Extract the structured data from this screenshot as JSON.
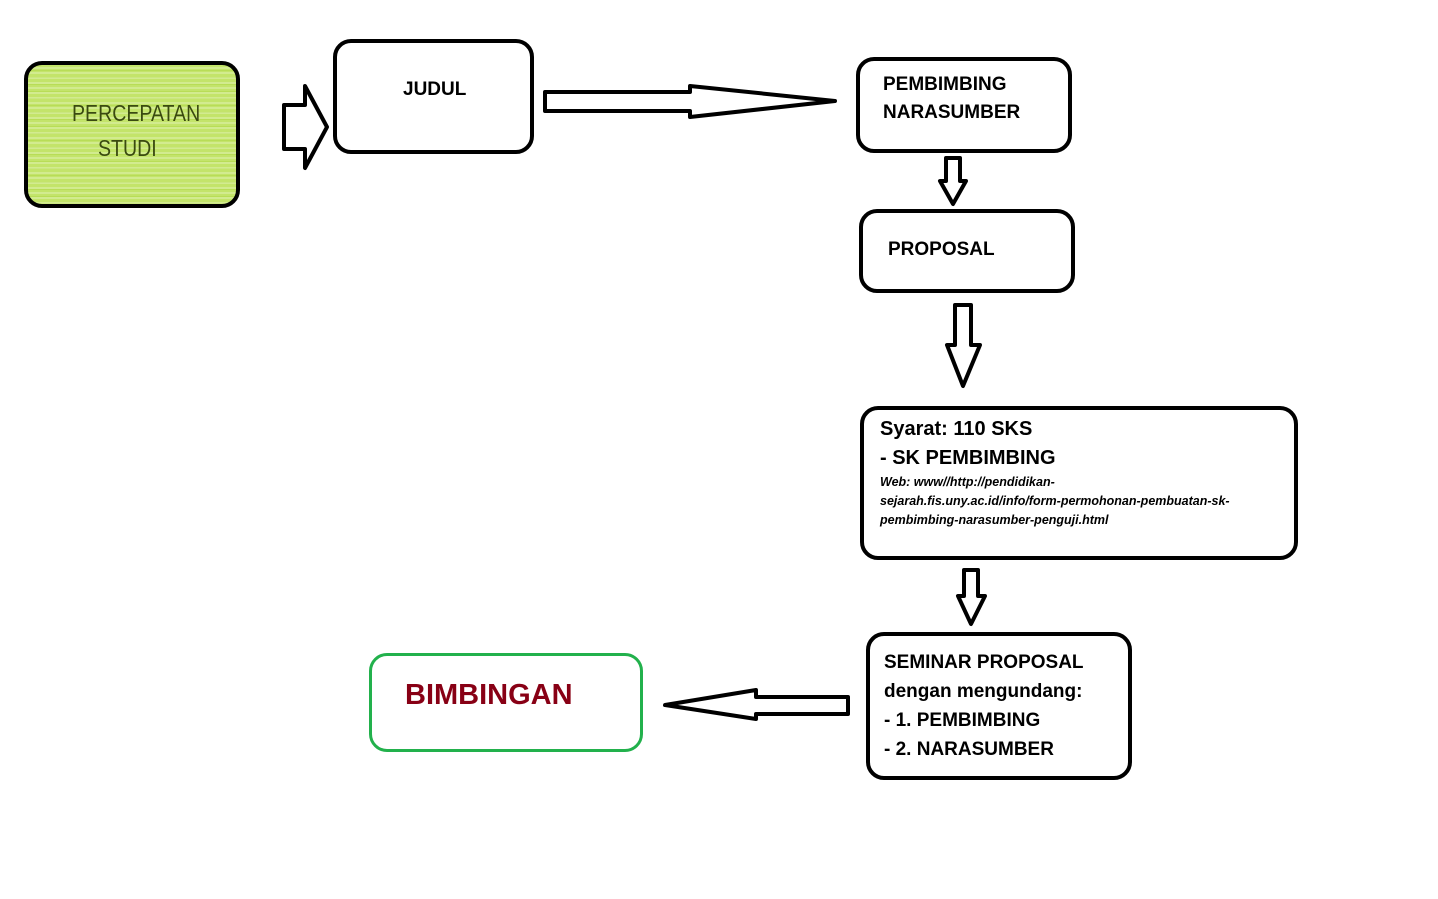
{
  "diagram": {
    "type": "flowchart",
    "nodes": [
      {
        "id": "percepatan",
        "lines": [
          "PERCEPATAN",
          "STUDI"
        ],
        "fill": "#c3e46a",
        "text_color": "#3a4a10"
      },
      {
        "id": "judul",
        "lines": [
          "JUDUL"
        ]
      },
      {
        "id": "pembimbing",
        "lines": [
          "PEMBIMBING",
          "NARASUMBER"
        ]
      },
      {
        "id": "proposal",
        "lines": [
          "PROPOSAL"
        ]
      },
      {
        "id": "syarat",
        "title": "Syarat: 110 SKS",
        "subtitle": "- SK PEMBIMBING",
        "web_lines": [
          "Web: www//http://pendidikan-",
          "sejarah.fis.uny.ac.id/info/form-permohonan-pembuatan-sk-",
          "pembimbing-narasumber-penguji.html"
        ]
      },
      {
        "id": "seminar",
        "lines": [
          "SEMINAR PROPOSAL",
          "dengan mengundang:",
          "- 1. PEMBIMBING",
          "- 2. NARASUMBER"
        ]
      },
      {
        "id": "bimbingan",
        "lines": [
          "BIMBINGAN"
        ],
        "text_color": "#880015",
        "border_color": "#22b14c"
      }
    ],
    "edges": [
      {
        "from": "percepatan",
        "to": "judul",
        "direction": "right"
      },
      {
        "from": "judul",
        "to": "pembimbing",
        "direction": "right"
      },
      {
        "from": "pembimbing",
        "to": "proposal",
        "direction": "down"
      },
      {
        "from": "proposal",
        "to": "syarat",
        "direction": "down"
      },
      {
        "from": "syarat",
        "to": "seminar",
        "direction": "down"
      },
      {
        "from": "seminar",
        "to": "bimbingan",
        "direction": "left"
      }
    ]
  }
}
